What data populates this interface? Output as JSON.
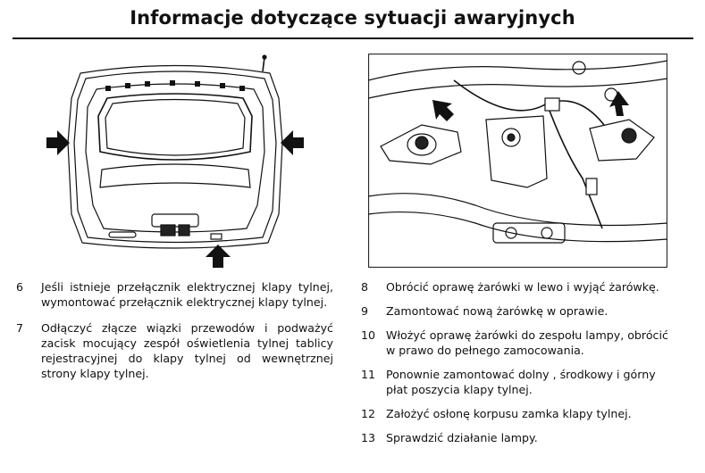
{
  "header": {
    "title": "Informacje dotyczące sytuacji awaryjnych"
  },
  "figures": {
    "left_icon": "tailgate-interior-diagram",
    "right_icon": "license-plate-lamp-diagram"
  },
  "steps_left": [
    {
      "num": "6",
      "text": "Jeśli istnieje przełącznik elektrycznej klapy tylnej, wymontować przełącznik elektrycznej klapy tylnej."
    },
    {
      "num": "7",
      "text": "Odłączyć złącze wiązki przewodów i podważyć zacisk mocujący zespół oświetlenia tylnej tablicy rejestracyjnej do klapy tylnej od wewnętrznej strony klapy tylnej."
    }
  ],
  "steps_right": [
    {
      "num": "8",
      "text": "Obrócić oprawę żarówki w lewo i wyjąć żarówkę."
    },
    {
      "num": "9",
      "text": "Zamontować nową żarówkę w oprawie."
    },
    {
      "num": "10",
      "text": "Włożyć oprawę żarówki do zespołu lampy, obrócić w prawo do pełnego zamocowania."
    },
    {
      "num": "11",
      "text": "Ponownie zamontować dolny , środkowy i górny płat poszycia klapy tylnej."
    },
    {
      "num": "12",
      "text": "Założyć osłonę korpusu zamka klapy tylnej."
    },
    {
      "num": "13",
      "text": "Sprawdzić działanie lampy."
    }
  ]
}
